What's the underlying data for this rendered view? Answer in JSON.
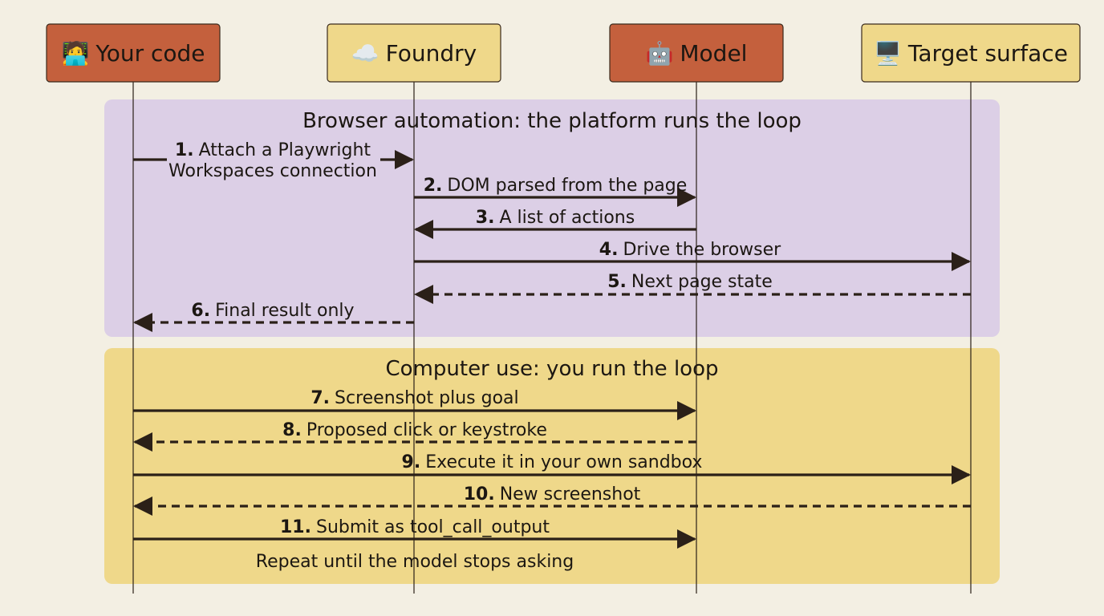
{
  "participants": [
    {
      "icon": "🧑‍💻",
      "label": "Your code",
      "icon_name": "person-at-laptop-icon",
      "color": "#c4603d"
    },
    {
      "icon": "☁️",
      "label": "Foundry",
      "icon_name": "cloud-icon",
      "color": "#efd88a"
    },
    {
      "icon": "🤖",
      "label": "Model",
      "icon_name": "robot-icon",
      "color": "#c4603d"
    },
    {
      "icon": "🖥️",
      "label": "Target surface",
      "icon_name": "desktop-computer-icon",
      "color": "#efd88a"
    }
  ],
  "groups": [
    {
      "title": "Browser automation: the platform runs the loop",
      "color": "#dccfe6"
    },
    {
      "title": "Computer use: you run the loop",
      "color": "#efd88a"
    }
  ],
  "messages": [
    {
      "num": "1.",
      "lines": [
        "Attach a Playwright",
        "Workspaces connection"
      ],
      "from": 0,
      "to": 1,
      "dashed": false
    },
    {
      "num": "2.",
      "lines": [
        "DOM parsed from the page"
      ],
      "from": 1,
      "to": 2,
      "dashed": false
    },
    {
      "num": "3.",
      "lines": [
        "A list of actions"
      ],
      "from": 2,
      "to": 1,
      "dashed": false
    },
    {
      "num": "4.",
      "lines": [
        "Drive the browser"
      ],
      "from": 1,
      "to": 3,
      "dashed": false
    },
    {
      "num": "5.",
      "lines": [
        "Next page state"
      ],
      "from": 3,
      "to": 1,
      "dashed": true
    },
    {
      "num": "6.",
      "lines": [
        "Final result only"
      ],
      "from": 1,
      "to": 0,
      "dashed": true
    },
    {
      "num": "7.",
      "lines": [
        "Screenshot plus goal"
      ],
      "from": 0,
      "to": 2,
      "dashed": false
    },
    {
      "num": "8.",
      "lines": [
        "Proposed click or keystroke"
      ],
      "from": 2,
      "to": 0,
      "dashed": true
    },
    {
      "num": "9.",
      "lines": [
        "Execute it in your own sandbox"
      ],
      "from": 0,
      "to": 3,
      "dashed": false
    },
    {
      "num": "10.",
      "lines": [
        "New screenshot"
      ],
      "from": 3,
      "to": 0,
      "dashed": true
    },
    {
      "num": "11.",
      "lines": [
        "Submit as tool_call_output"
      ],
      "from": 0,
      "to": 2,
      "dashed": false
    }
  ],
  "note": "Repeat until the model stops asking"
}
